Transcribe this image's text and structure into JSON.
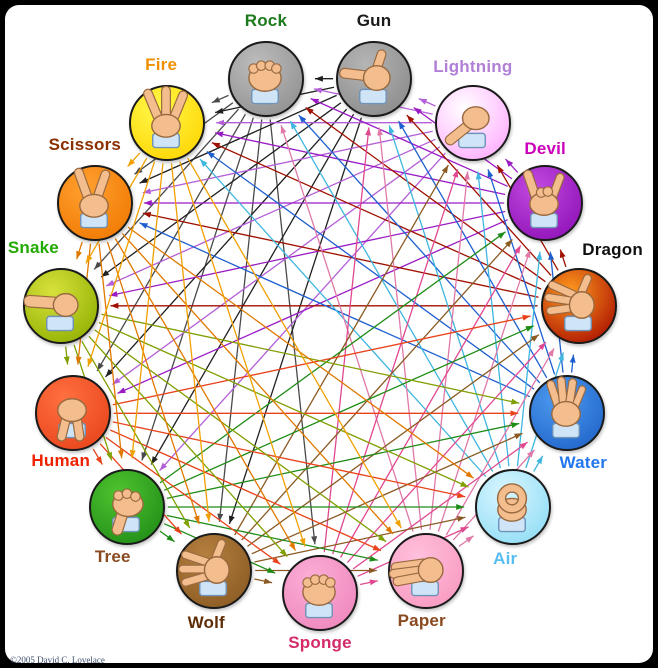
{
  "footer": {
    "copyright": "©2005 David C. Lovelace"
  },
  "diagram": {
    "type": "intransitive-beats-wheel",
    "game": "Rock Paper Scissors 15-gesture variant",
    "nodes": [
      {
        "id": "rock",
        "label": "Rock",
        "label_color": "#1d7a1d",
        "circle_color": "#bdbdbd",
        "circle_color2": "#8f8f8f",
        "arrow_color": "#4a4a4a",
        "gesture": "fist",
        "beats": [
          "Fire",
          "Scissors",
          "Snake",
          "Human",
          "Tree",
          "Wolf",
          "Sponge"
        ]
      },
      {
        "id": "gun",
        "label": "Gun",
        "label_color": "#1a1a1a",
        "circle_color": "#b5b5b5",
        "circle_color2": "#8a8a8a",
        "arrow_color": "#202020",
        "gesture": "finger-gun",
        "beats": [
          "Rock",
          "Fire",
          "Scissors",
          "Snake",
          "Human",
          "Tree",
          "Wolf"
        ]
      },
      {
        "id": "lightning",
        "label": "Lightning",
        "label_color": "#b07fd6",
        "circle_color": "#ffffff",
        "circle_color2": "#ffaaff",
        "arrow_color": "#b45fd8",
        "gesture": "point-down",
        "beats": [
          "Gun",
          "Rock",
          "Fire",
          "Scissors",
          "Snake",
          "Human",
          "Tree"
        ]
      },
      {
        "id": "devil",
        "label": "Devil",
        "label_color": "#cc00bb",
        "circle_color": "#c24ae0",
        "circle_color2": "#8d10b5",
        "arrow_color": "#9a1bc4",
        "gesture": "horns",
        "beats": [
          "Lightning",
          "Gun",
          "Rock",
          "Fire",
          "Scissors",
          "Snake",
          "Human"
        ]
      },
      {
        "id": "dragon",
        "label": "Dragon",
        "label_color": "#101010",
        "circle_color": "#ff9a1e",
        "circle_color2": "#a80d00",
        "arrow_color": "#a01000",
        "gesture": "claw",
        "beats": [
          "Devil",
          "Lightning",
          "Gun",
          "Rock",
          "Fire",
          "Scissors",
          "Snake"
        ]
      },
      {
        "id": "water",
        "label": "Water",
        "label_color": "#2277ee",
        "circle_color": "#4e9bf0",
        "circle_color2": "#1f63c8",
        "arrow_color": "#1e5fd0",
        "gesture": "open-hand-up",
        "beats": [
          "Dragon",
          "Devil",
          "Lightning",
          "Gun",
          "Rock",
          "Fire",
          "Scissors"
        ]
      },
      {
        "id": "air",
        "label": "Air",
        "label_color": "#58bdf0",
        "circle_color": "#d8f6ff",
        "circle_color2": "#8fdcf5",
        "arrow_color": "#3fb6e0",
        "gesture": "curled-ok",
        "beats": [
          "Water",
          "Dragon",
          "Devil",
          "Lightning",
          "Gun",
          "Rock",
          "Fire"
        ]
      },
      {
        "id": "paper",
        "label": "Paper",
        "label_color": "#8a4a1f",
        "circle_color": "#ffc0dc",
        "circle_color2": "#f898c0",
        "arrow_color": "#e078a8",
        "gesture": "flat-hand-left",
        "beats": [
          "Air",
          "Water",
          "Dragon",
          "Devil",
          "Lightning",
          "Gun",
          "Rock"
        ]
      },
      {
        "id": "sponge",
        "label": "Sponge",
        "label_color": "#d42a6a",
        "circle_color": "#fbaed6",
        "circle_color2": "#ee86bc",
        "arrow_color": "#e04890",
        "gesture": "squeeze-fist",
        "beats": [
          "Paper",
          "Air",
          "Water",
          "Dragon",
          "Devil",
          "Lightning",
          "Gun"
        ]
      },
      {
        "id": "wolf",
        "label": "Wolf",
        "label_color": "#5f2d05",
        "circle_color": "#b5803f",
        "circle_color2": "#8a5a22",
        "arrow_color": "#8a5a22",
        "gesture": "claw-left",
        "beats": [
          "Sponge",
          "Paper",
          "Air",
          "Water",
          "Dragon",
          "Devil",
          "Lightning"
        ]
      },
      {
        "id": "tree",
        "label": "Tree",
        "label_color": "#8a4a1f",
        "circle_color": "#4fc32f",
        "circle_color2": "#1f8c17",
        "arrow_color": "#1f8c17",
        "gesture": "thumb-down",
        "beats": [
          "Wolf",
          "Sponge",
          "Paper",
          "Air",
          "Water",
          "Dragon",
          "Devil"
        ]
      },
      {
        "id": "human",
        "label": "Human",
        "label_color": "#ee2200",
        "circle_color": "#ff7040",
        "circle_color2": "#e8431a",
        "arrow_color": "#e8431a",
        "gesture": "two-fingers-down",
        "beats": [
          "Tree",
          "Wolf",
          "Sponge",
          "Paper",
          "Air",
          "Water",
          "Dragon"
        ]
      },
      {
        "id": "snake",
        "label": "Snake",
        "label_color": "#22aa00",
        "circle_color": "#d8e23c",
        "circle_color2": "#8fae00",
        "arrow_color": "#7fa000",
        "gesture": "flat-hand-point",
        "beats": [
          "Human",
          "Tree",
          "Wolf",
          "Sponge",
          "Paper",
          "Air",
          "Water"
        ]
      },
      {
        "id": "scissors",
        "label": "Scissors",
        "label_color": "#8a3000",
        "circle_color": "#ffa030",
        "circle_color2": "#f07800",
        "arrow_color": "#e07800",
        "gesture": "two-fingers-up",
        "beats": [
          "Snake",
          "Human",
          "Tree",
          "Wolf",
          "Sponge",
          "Paper",
          "Air"
        ]
      },
      {
        "id": "fire",
        "label": "Fire",
        "label_color": "#f09000",
        "circle_color": "#fff84a",
        "circle_color2": "#ffd400",
        "arrow_color": "#f0a000",
        "gesture": "three-fingers-up",
        "beats": [
          "Scissors",
          "Snake",
          "Human",
          "Tree",
          "Wolf",
          "Sponge",
          "Paper"
        ]
      }
    ]
  }
}
